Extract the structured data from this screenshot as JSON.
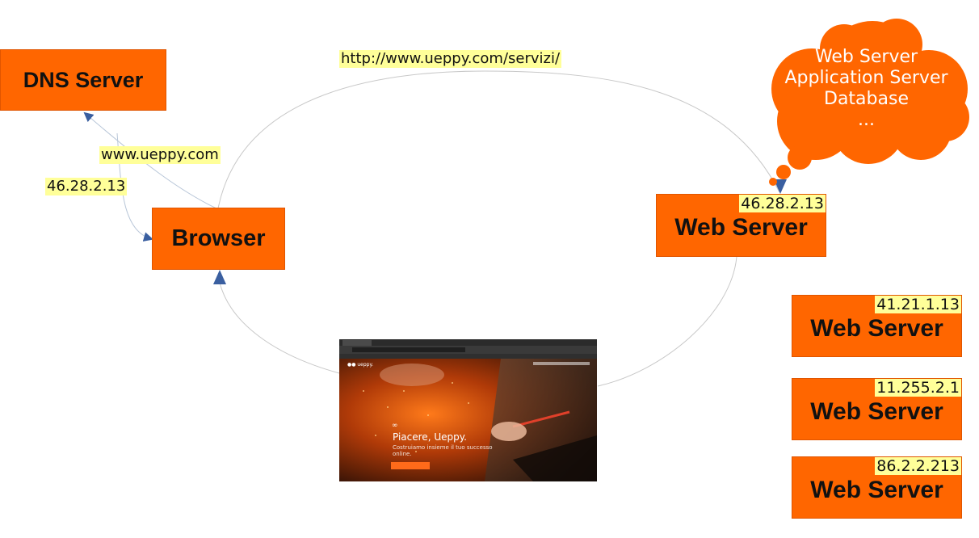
{
  "diagram": {
    "url_label": "http://www.ueppy.com/servizi/",
    "domain_label": "www.ueppy.com",
    "resolved_ip_label": "46.28.2.13",
    "dns_server": "DNS Server",
    "browser": "Browser",
    "main_server": {
      "ip": "46.28.2.13",
      "label": "Web Server"
    },
    "cloud_lines": [
      "Web Server",
      "Application Server",
      "Database",
      "..."
    ],
    "other_servers": [
      {
        "ip": "41.21.1.13",
        "label": "Web Server"
      },
      {
        "ip": "11.255.2.1",
        "label": "Web Server"
      },
      {
        "ip": "86.2.2.213",
        "label": "Web Server"
      }
    ]
  },
  "screenshot": {
    "headline": "Piacere, Ueppy.",
    "subline_1": "Costruiamo insieme il tuo successo",
    "subline_2": "online."
  },
  "colors": {
    "box": "#ff6600",
    "highlight": "#ffff99",
    "arrow": "#3a5fa0"
  }
}
